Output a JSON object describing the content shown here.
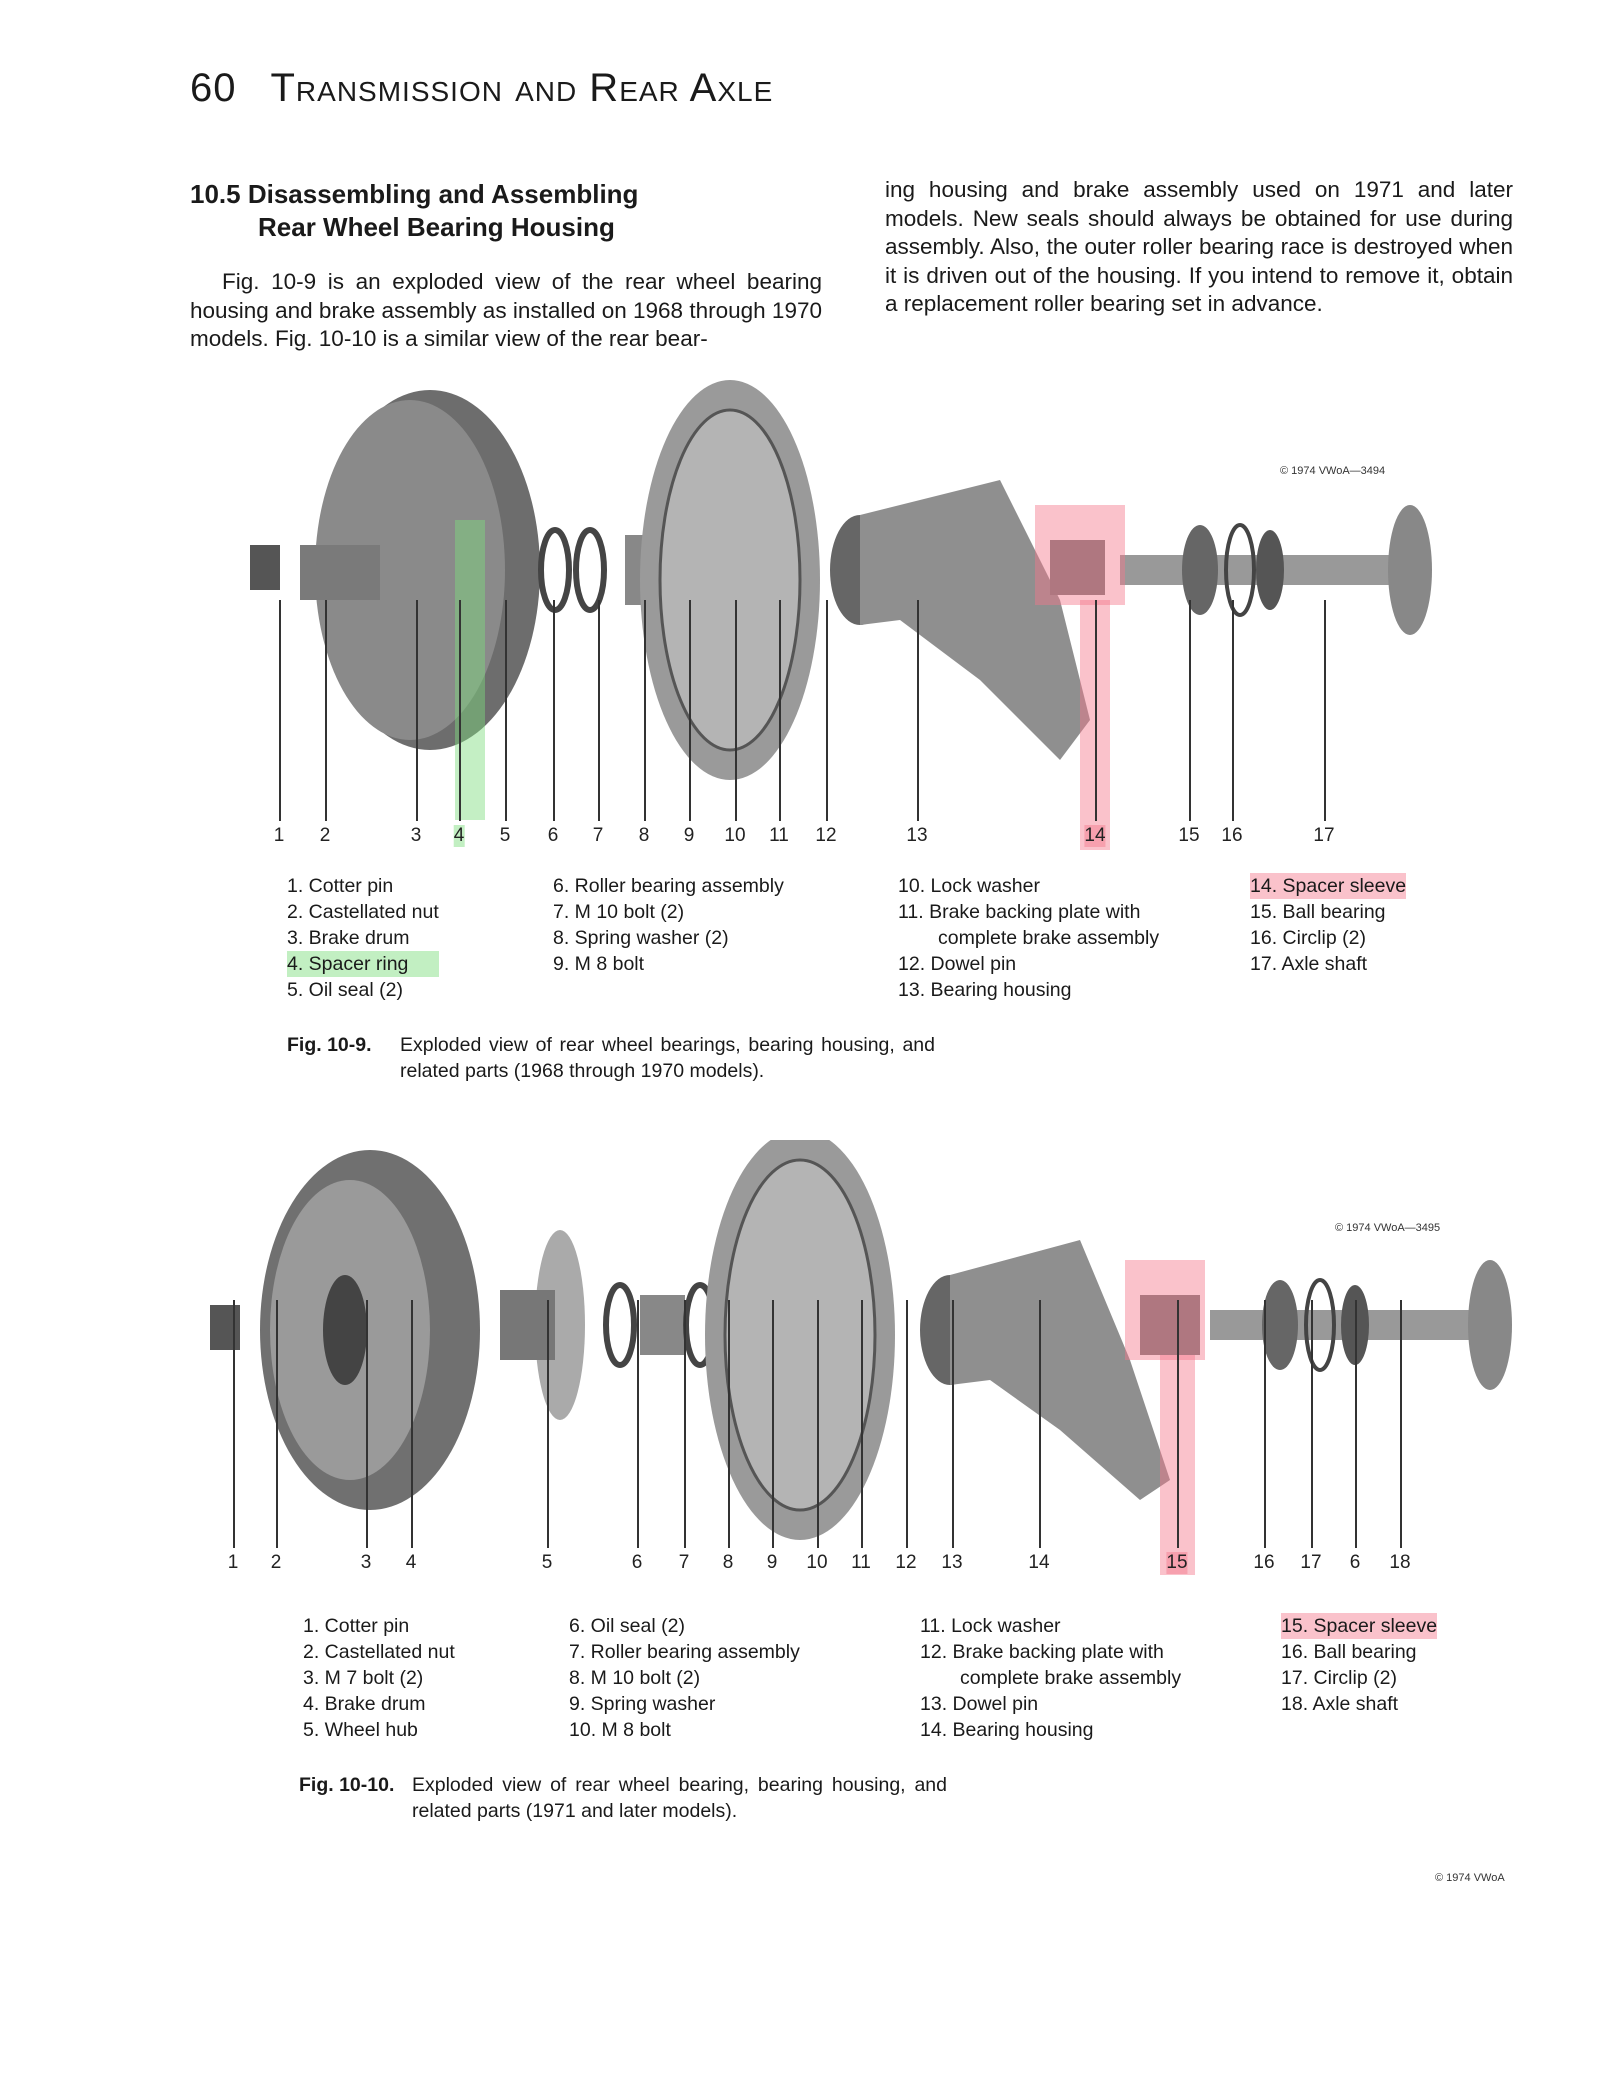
{
  "header": {
    "page_number": "60",
    "chapter_title": "Transmission and Rear Axle"
  },
  "section": {
    "number": "10.5",
    "title_line1": "Disassembling and Assembling",
    "title_line2": "Rear Wheel Bearing Housing"
  },
  "body": {
    "left": "Fig. 10-9 is an exploded view of the rear wheel bearing housing and brake assembly as installed on 1968 through 1970 models. Fig. 10-10 is a similar view of the rear bear-",
    "right": "ing housing and brake assembly used on 1971 and later models. New seals should always be obtained for use during assembly. Also, the outer roller bearing race is destroyed when it is driven out of the housing. If you intend to remove it, obtain a replacement roller bearing set in advance."
  },
  "fig1": {
    "credit": "© 1974 VWoA—3494",
    "callouts": [
      "1",
      "2",
      "3",
      "4",
      "5",
      "6",
      "7",
      "8",
      "9",
      "10",
      "11",
      "12",
      "13",
      "14",
      "15",
      "16",
      "17"
    ],
    "legend": [
      [
        "1. Cotter pin",
        "2. Castellated nut",
        "3. Brake drum",
        "4. Spacer ring",
        "5. Oil seal (2)"
      ],
      [
        "6. Roller bearing assembly",
        "7. M 10 bolt (2)",
        "8. Spring washer (2)",
        "9. M 8 bolt"
      ],
      [
        "10. Lock washer",
        "11. Brake backing plate with",
        "complete brake assembly",
        "12. Dowel pin",
        "13. Bearing housing"
      ],
      [
        "14. Spacer sleeve",
        "15. Ball bearing",
        "16. Circlip (2)",
        "17. Axle shaft"
      ]
    ],
    "caption_label": "Fig. 10-9.",
    "caption": "Exploded view of rear wheel bearings, bearing housing, and related parts (1968 through 1970 models)."
  },
  "fig2": {
    "credit": "© 1974 VWoA—3495",
    "callouts": [
      "1",
      "2",
      "3",
      "4",
      "5",
      "6",
      "7",
      "8",
      "9",
      "10",
      "11",
      "12",
      "13",
      "14",
      "15",
      "16",
      "17",
      "6",
      "18"
    ],
    "legend": [
      [
        "1. Cotter pin",
        "2. Castellated nut",
        "3. M 7 bolt (2)",
        "4. Brake drum",
        "5. Wheel hub"
      ],
      [
        "6. Oil seal (2)",
        "7. Roller bearing assembly",
        "8. M 10 bolt (2)",
        "9. Spring washer",
        "10. M 8 bolt"
      ],
      [
        "11. Lock washer",
        "12. Brake backing plate with",
        "complete brake assembly",
        "13. Dowel pin",
        "14. Bearing housing"
      ],
      [
        "15. Spacer sleeve",
        "16. Ball bearing",
        "17. Circlip (2)",
        "18. Axle shaft"
      ]
    ],
    "caption_label": "Fig. 10-10.",
    "caption": "Exploded view of rear wheel bearing, bearing housing, and related parts (1971 and later models)."
  },
  "footer": {
    "copyright": "© 1974 VWoA"
  },
  "colors": {
    "highlight_green": "#7ddc7d",
    "highlight_red": "#f5788c"
  }
}
